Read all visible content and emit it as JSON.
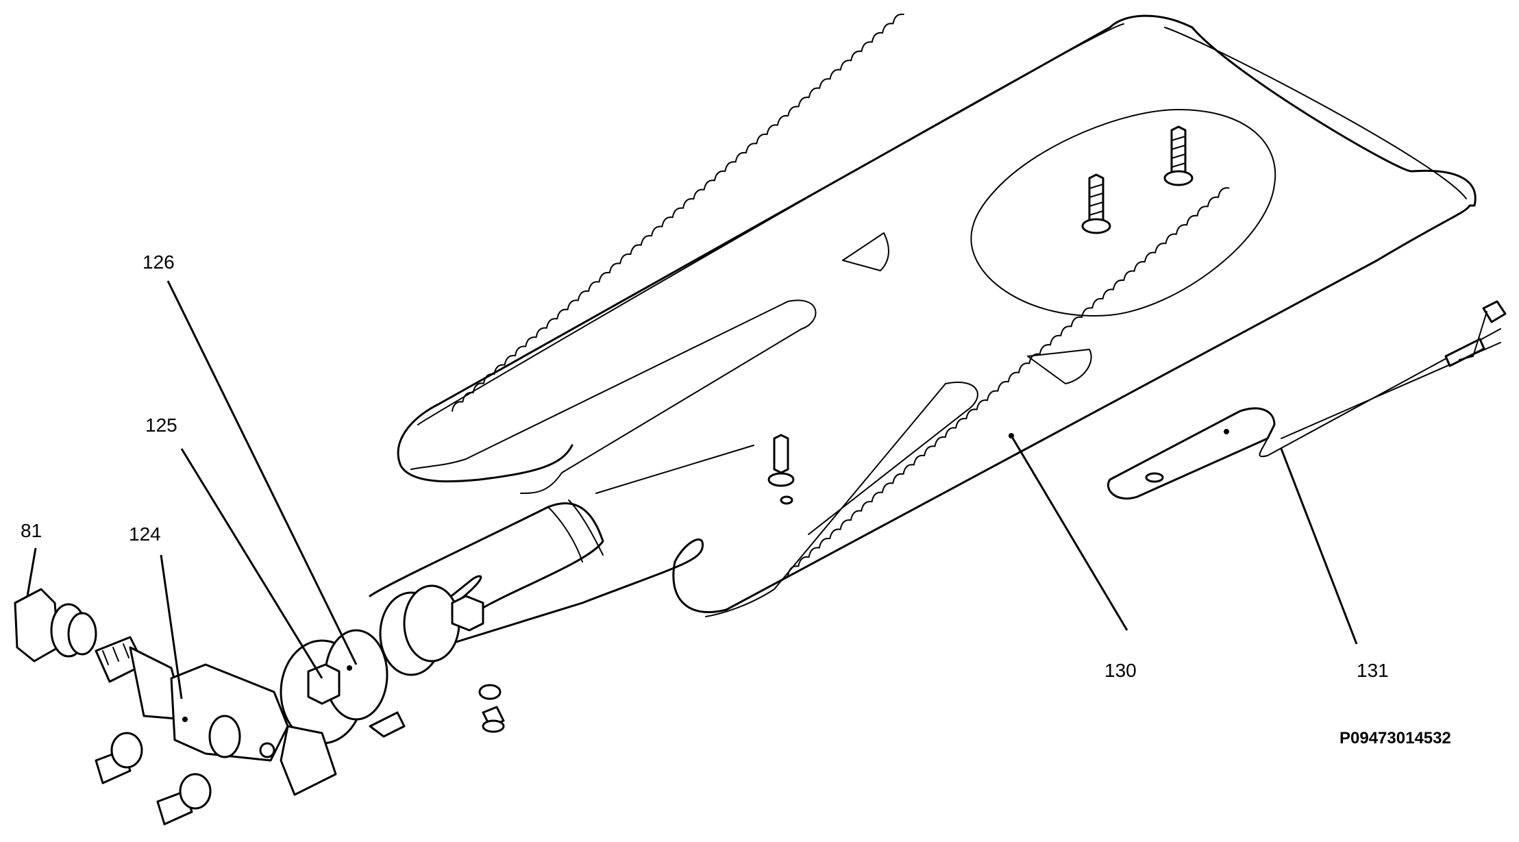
{
  "labels": {
    "p81": "81",
    "p124": "124",
    "p125": "125",
    "p126": "126",
    "p130": "130",
    "p131": "131"
  },
  "drawing_code": "P09473014532"
}
